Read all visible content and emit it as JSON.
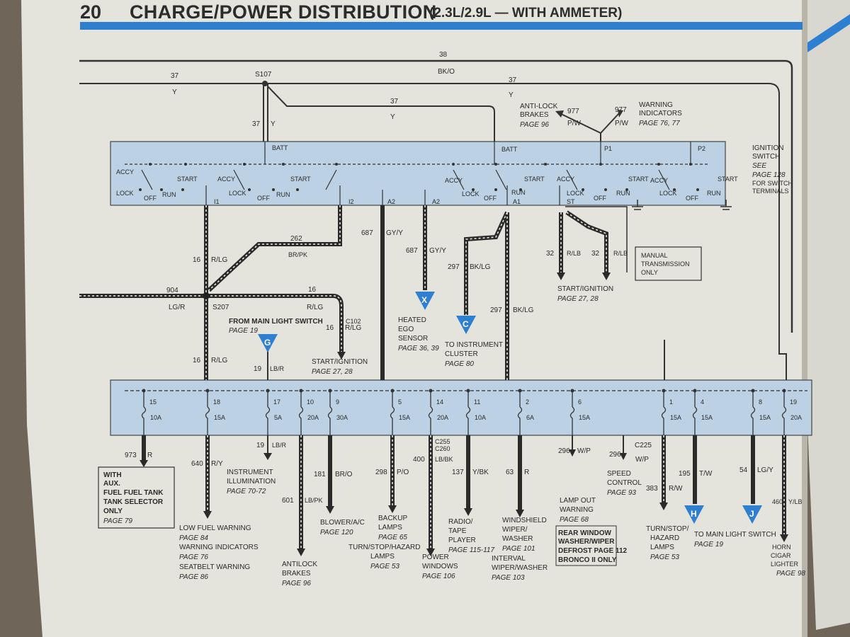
{
  "page": {
    "number": "20",
    "title": "CHARGE/POWER DISTRIBUTION",
    "subtitle": "(2.3L/2.9L — WITH AMMETER)",
    "accent_color": "#2f7fd0",
    "panel_color": "#bcd1e3",
    "paper_color": "#e4e3dc"
  },
  "top_wires": [
    {
      "id": "w38",
      "num": "38",
      "color": "BK/O"
    },
    {
      "id": "w37a",
      "num": "37",
      "color": "Y"
    },
    {
      "id": "w37b",
      "num": "37",
      "color": "Y"
    },
    {
      "id": "w37c",
      "num": "37",
      "color": "Y"
    },
    {
      "id": "w37d",
      "num": "37",
      "color": "Y"
    }
  ],
  "splices": {
    "s107": "S107",
    "s207": "S207"
  },
  "top_callouts": [
    {
      "id": "antilock-top",
      "lines": [
        "ANTI-LOCK",
        "BRAKES"
      ],
      "page": "PAGE 96",
      "wire": "977",
      "color": "P/W"
    },
    {
      "id": "warning-top",
      "lines": [
        "WARNING",
        "INDICATORS"
      ],
      "page": "PAGE 76, 77",
      "wire": "977",
      "color": "P/W"
    }
  ],
  "ignition_switch": {
    "title_lines": [
      "IGNITION",
      "SWITCH"
    ],
    "see": "SEE",
    "page": "PAGE 128",
    "note_lines": [
      "FOR SWITCH",
      "TERMINALS"
    ],
    "batt_label": "BATT",
    "positions": {
      "accy": "ACCY",
      "lock": "LOCK",
      "off": "OFF",
      "run": "RUN",
      "start": "START"
    },
    "terminals": [
      "I1",
      "I2",
      "A2",
      "A2",
      "A1",
      "ST",
      "P1",
      "P2"
    ]
  },
  "mid_wires": [
    {
      "id": "w16a",
      "num": "16",
      "color": "R/LG"
    },
    {
      "id": "w262",
      "num": "262",
      "color": "BR/PK"
    },
    {
      "id": "w687a",
      "num": "687",
      "color": "GY/Y"
    },
    {
      "id": "w687b",
      "num": "687",
      "color": "GY/Y"
    },
    {
      "id": "w297a",
      "num": "297",
      "color": "BK/LG"
    },
    {
      "id": "w297b",
      "num": "297",
      "color": "BK/LG"
    },
    {
      "id": "w32a",
      "num": "32",
      "color": "R/LB"
    },
    {
      "id": "w32b",
      "num": "32",
      "color": "R/LB"
    },
    {
      "id": "w904",
      "num": "904",
      "color": "LG/R"
    },
    {
      "id": "w16b",
      "num": "16",
      "color": "R/LG"
    },
    {
      "id": "w16c",
      "num": "16",
      "color": "R/LG"
    },
    {
      "id": "w16d",
      "num": "16",
      "color": "R/LG"
    },
    {
      "id": "w19",
      "num": "19",
      "color": "LB/R"
    }
  ],
  "connectors": {
    "c102": "C102",
    "c255": "C255",
    "c260": "C260",
    "c225": "C225"
  },
  "manual_transmission": [
    "MANUAL",
    "TRANSMISSION",
    "ONLY"
  ],
  "mid_callouts": {
    "start_ign_1": {
      "label": "START/IGNITION",
      "page": "PAGE 27, 28"
    },
    "start_ign_2": {
      "label": "START/IGNITION",
      "page": "PAGE 27, 28"
    },
    "main_light": {
      "label": "FROM MAIN LIGHT SWITCH",
      "page": "PAGE 19"
    },
    "ego": {
      "lines": [
        "HEATED",
        "EGO",
        "SENSOR"
      ],
      "page": "PAGE 36, 39"
    },
    "cluster": {
      "lines": [
        "TO INSTRUMENT",
        "CLUSTER"
      ],
      "page": "PAGE 80"
    }
  },
  "flags": {
    "x": "X",
    "c": "C",
    "g": "G",
    "h": "H",
    "j": "J"
  },
  "fuses": [
    {
      "num": "15",
      "amps": "10A"
    },
    {
      "num": "18",
      "amps": "15A"
    },
    {
      "num": "17",
      "amps": "5A"
    },
    {
      "num": "10",
      "amps": "20A"
    },
    {
      "num": "9",
      "amps": "30A"
    },
    {
      "num": "5",
      "amps": "15A"
    },
    {
      "num": "14",
      "amps": "20A"
    },
    {
      "num": "11",
      "amps": "10A"
    },
    {
      "num": "2",
      "amps": "6A"
    },
    {
      "num": "6",
      "amps": "15A"
    },
    {
      "num": "1",
      "amps": "15A"
    },
    {
      "num": "4",
      "amps": "15A"
    },
    {
      "num": "8",
      "amps": "15A"
    },
    {
      "num": "19",
      "amps": "20A"
    }
  ],
  "bottom_wires": [
    {
      "id": "b973",
      "num": "973",
      "color": "R"
    },
    {
      "id": "b640",
      "num": "640",
      "color": "R/Y"
    },
    {
      "id": "b19",
      "num": "19",
      "color": "LB/R"
    },
    {
      "id": "b601",
      "num": "601",
      "color": "LB/PK"
    },
    {
      "id": "b181",
      "num": "181",
      "color": "BR/O"
    },
    {
      "id": "b298",
      "num": "298",
      "color": "P/O"
    },
    {
      "id": "b400",
      "num": "400",
      "color": "LB/BK"
    },
    {
      "id": "b137",
      "num": "137",
      "color": "Y/BK"
    },
    {
      "id": "b63",
      "num": "63",
      "color": "R"
    },
    {
      "id": "b296a",
      "num": "296",
      "color": "W/P"
    },
    {
      "id": "b296b",
      "num": "296",
      "color": "W/P"
    },
    {
      "id": "b383",
      "num": "383",
      "color": "R/W"
    },
    {
      "id": "b195",
      "num": "195",
      "color": "T/W"
    },
    {
      "id": "b54",
      "num": "54",
      "color": "LG/Y"
    },
    {
      "id": "b460",
      "num": "460",
      "color": "Y/LB"
    }
  ],
  "bottom_callouts": {
    "fuel_tank": [
      "WITH",
      "AUX.",
      "FUEL  FUEL TANK",
      "TANK  SELECTOR",
      "ONLY"
    ],
    "fuel_tank_page": "PAGE 79",
    "low_fuel": {
      "label": "LOW FUEL WARNING",
      "page": "PAGE 84"
    },
    "warn_ind": {
      "label": "WARNING INDICATORS",
      "page": "PAGE 76"
    },
    "seatbelt": {
      "label": "SEATBELT WARNING",
      "page": "PAGE 86"
    },
    "illum": {
      "lines": [
        "INSTRUMENT",
        "ILLUMINATION"
      ],
      "page": "PAGE 70-72"
    },
    "antilock": {
      "lines": [
        "ANTILOCK",
        "BRAKES"
      ],
      "page": "PAGE 96"
    },
    "blower": {
      "label": "BLOWER/A/C",
      "page": "PAGE 120"
    },
    "backup": {
      "lines": [
        "BACKUP",
        "LAMPS"
      ],
      "page": "PAGE 65"
    },
    "turn_haz": {
      "lines": [
        "TURN/STOP/HAZARD",
        "LAMPS"
      ],
      "page": "PAGE 53"
    },
    "power_win": {
      "lines": [
        "POWER",
        "WINDOWS"
      ],
      "page": "PAGE 106"
    },
    "radio": {
      "lines": [
        "RADIO/",
        "TAPE",
        "PLAYER"
      ],
      "page": "PAGE 115-117"
    },
    "wiper": {
      "lines": [
        "WINDSHIELD",
        "WIPER/",
        "WASHER"
      ],
      "page": "PAGE 101"
    },
    "interval": {
      "lines": [
        "INTERVAL",
        "WIPER/WASHER"
      ],
      "page": "PAGE 103"
    },
    "lamp_out": {
      "lines": [
        "LAMP OUT",
        "WARNING"
      ],
      "page": "PAGE 68"
    },
    "rear_window": [
      "REAR WINDOW",
      "WASHER/WIPER",
      "DEFROST PAGE 112",
      "BRONCO II ONLY"
    ],
    "speed": {
      "lines": [
        "SPEED",
        "CONTROL"
      ],
      "page": "PAGE 93"
    },
    "turn_stop": {
      "lines": [
        "TURN/STOP/",
        "HAZARD",
        "LAMPS"
      ],
      "page": "PAGE 53"
    },
    "main_light_to": {
      "label": "TO MAIN LIGHT SWITCH",
      "page": "PAGE 19"
    },
    "horn": {
      "lines": [
        "HORN",
        "CIGAR",
        "LIGHTER"
      ],
      "page": "PAGE 98"
    }
  }
}
